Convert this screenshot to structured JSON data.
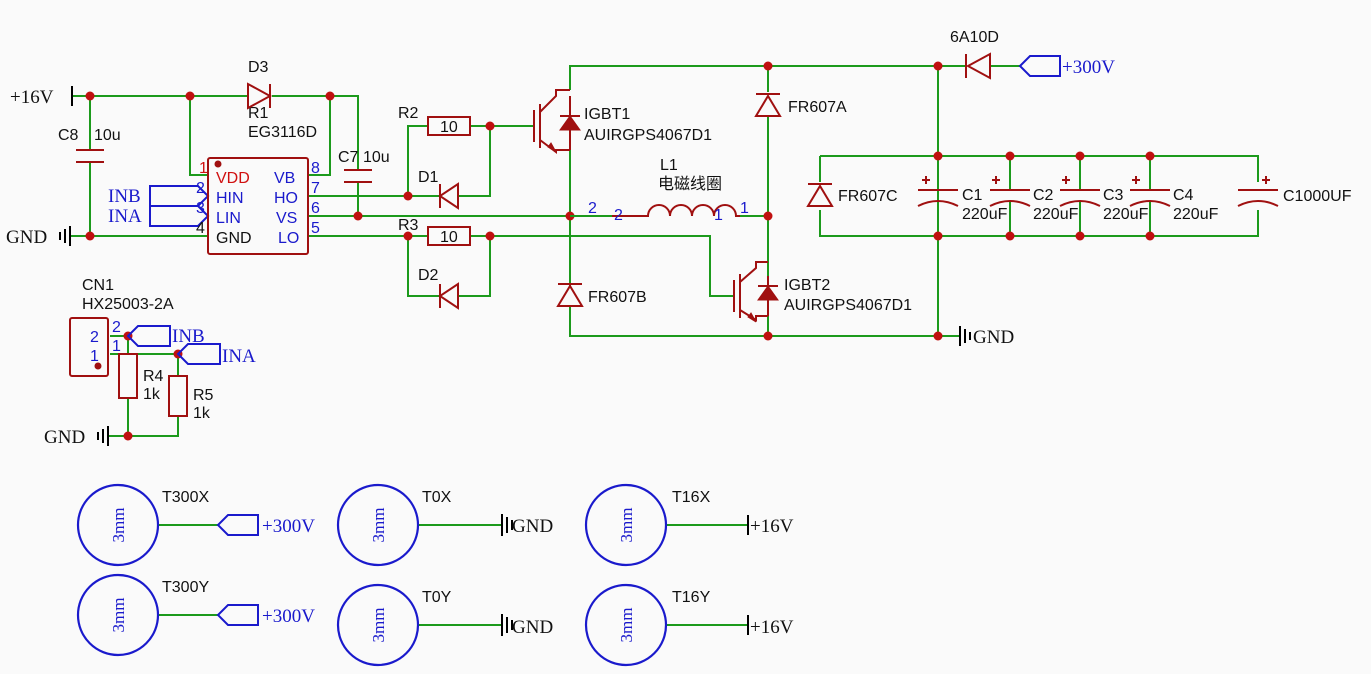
{
  "nets": {
    "v16": "+16V",
    "gnd": "GND",
    "v300": "+300V",
    "inb": "INB",
    "ina": "INA"
  },
  "ic": {
    "ref": "R1",
    "part": "EG3116D",
    "pins": [
      {
        "num": "1",
        "name": "VDD"
      },
      {
        "num": "2",
        "name": "HIN"
      },
      {
        "num": "3",
        "name": "LIN"
      },
      {
        "num": "4",
        "name": "GND"
      },
      {
        "num": "8",
        "name": "VB"
      },
      {
        "num": "7",
        "name": "HO"
      },
      {
        "num": "6",
        "name": "VS"
      },
      {
        "num": "5",
        "name": "LO"
      }
    ]
  },
  "components": {
    "d3": "D3",
    "c8": "C8",
    "c8_val": "10u",
    "c7": "C7",
    "c7_val": "10u",
    "r2": "R2",
    "r2_val": "10",
    "r3": "R3",
    "r3_val": "10",
    "d1": "D1",
    "d2": "D2",
    "igbt1": "IGBT1",
    "igbt1_part": "AUIRGPS4067D1",
    "igbt2": "IGBT2",
    "igbt2_part": "AUIRGPS4067D1",
    "l1": "L1",
    "l1_val": "电磁线圈",
    "l1_pin2": "2",
    "l1_pin1": "1",
    "fr607a": "FR607A",
    "fr607b": "FR607B",
    "fr607c": "FR607C",
    "d_6a10d": "6A10D",
    "c1": "C1",
    "c2": "C2",
    "c3": "C3",
    "c4": "C4",
    "cap_val": "220uF",
    "c1000": "C1000UF",
    "cn1": "CN1",
    "cn1_part": "HX25003-2A",
    "cn1_pin2": "2",
    "cn1_pin1": "1",
    "r4": "R4",
    "r4_val": "1k",
    "r5": "R5",
    "r5_val": "1k"
  },
  "testpoints": [
    {
      "ref": "T300X",
      "size": "3mm",
      "net": "+300V"
    },
    {
      "ref": "T0X",
      "size": "3mm",
      "net": "GND"
    },
    {
      "ref": "T16X",
      "size": "3mm",
      "net": "+16V"
    },
    {
      "ref": "T300Y",
      "size": "3mm",
      "net": "+300V"
    },
    {
      "ref": "T0Y",
      "size": "3mm",
      "net": "GND"
    },
    {
      "ref": "T16Y",
      "size": "3mm",
      "net": "+16V"
    }
  ]
}
